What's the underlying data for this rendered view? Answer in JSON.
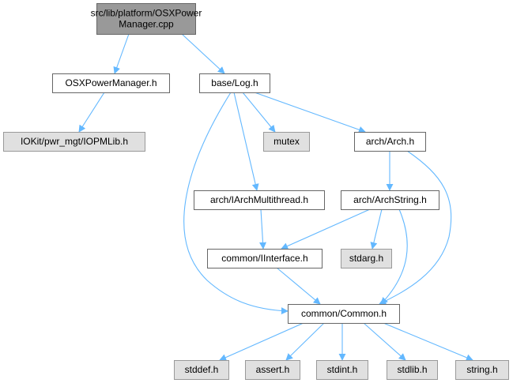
{
  "graph": {
    "colors": {
      "edge": "#63b8ff",
      "root_fill": "#999999",
      "root_stroke": "#666666",
      "file_fill": "#ffffff",
      "file_stroke": "#666666",
      "system_fill": "#e0e0e0",
      "system_stroke": "#999999"
    },
    "nodes": [
      {
        "id": "root",
        "kind": "root",
        "lines": [
          "src/lib/platform/OSXPower",
          "Manager.cpp"
        ]
      },
      {
        "id": "osxpm_h",
        "kind": "file",
        "lines": [
          "OSXPowerManager.h"
        ]
      },
      {
        "id": "log_h",
        "kind": "file",
        "lines": [
          "base/Log.h"
        ]
      },
      {
        "id": "iopmlib",
        "kind": "system",
        "lines": [
          "IOKit/pwr_mgt/IOPMLib.h"
        ]
      },
      {
        "id": "mutex",
        "kind": "system",
        "lines": [
          "mutex"
        ]
      },
      {
        "id": "arch_h",
        "kind": "file",
        "lines": [
          "arch/Arch.h"
        ]
      },
      {
        "id": "iarchmt_h",
        "kind": "file",
        "lines": [
          "arch/IArchMultithread.h"
        ]
      },
      {
        "id": "archstring_h",
        "kind": "file",
        "lines": [
          "arch/ArchString.h"
        ]
      },
      {
        "id": "iinterface_h",
        "kind": "file",
        "lines": [
          "common/IInterface.h"
        ]
      },
      {
        "id": "stdarg",
        "kind": "system",
        "lines": [
          "stdarg.h"
        ]
      },
      {
        "id": "common_h",
        "kind": "file",
        "lines": [
          "common/Common.h"
        ]
      },
      {
        "id": "stddef",
        "kind": "system",
        "lines": [
          "stddef.h"
        ]
      },
      {
        "id": "assert",
        "kind": "system",
        "lines": [
          "assert.h"
        ]
      },
      {
        "id": "stdint",
        "kind": "system",
        "lines": [
          "stdint.h"
        ]
      },
      {
        "id": "stdlib",
        "kind": "system",
        "lines": [
          "stdlib.h"
        ]
      },
      {
        "id": "string",
        "kind": "system",
        "lines": [
          "string.h"
        ]
      }
    ],
    "edges": [
      {
        "from": "root",
        "to": "osxpm_h"
      },
      {
        "from": "root",
        "to": "log_h"
      },
      {
        "from": "osxpm_h",
        "to": "iopmlib"
      },
      {
        "from": "log_h",
        "to": "mutex"
      },
      {
        "from": "log_h",
        "to": "arch_h"
      },
      {
        "from": "log_h",
        "to": "iarchmt_h"
      },
      {
        "from": "log_h",
        "to": "common_h"
      },
      {
        "from": "arch_h",
        "to": "archstring_h"
      },
      {
        "from": "arch_h",
        "to": "common_h"
      },
      {
        "from": "iarchmt_h",
        "to": "iinterface_h"
      },
      {
        "from": "archstring_h",
        "to": "iinterface_h"
      },
      {
        "from": "archstring_h",
        "to": "stdarg"
      },
      {
        "from": "archstring_h",
        "to": "common_h"
      },
      {
        "from": "iinterface_h",
        "to": "common_h"
      },
      {
        "from": "common_h",
        "to": "stddef"
      },
      {
        "from": "common_h",
        "to": "assert"
      },
      {
        "from": "common_h",
        "to": "stdint"
      },
      {
        "from": "common_h",
        "to": "stdlib"
      },
      {
        "from": "common_h",
        "to": "string"
      }
    ]
  }
}
